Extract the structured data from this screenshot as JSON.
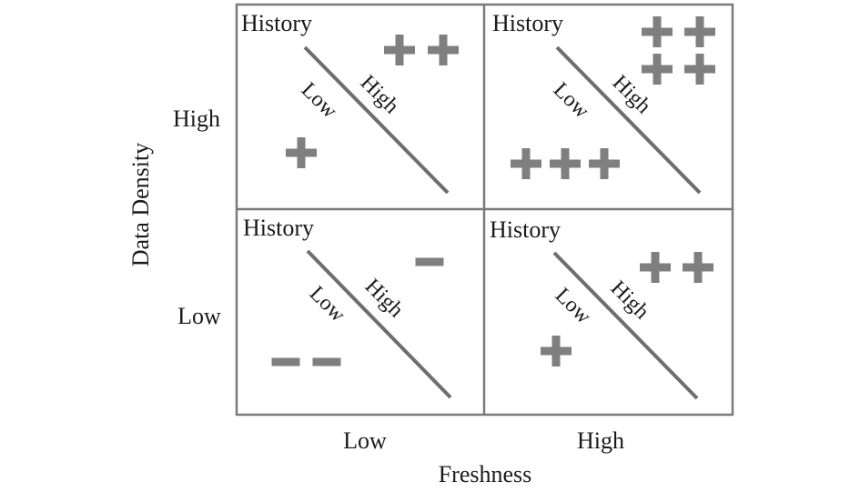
{
  "y_axis": {
    "label": "Data Density",
    "ticks": [
      "High",
      "Low"
    ]
  },
  "x_axis": {
    "label": "Freshness",
    "ticks": [
      "Low",
      "High"
    ]
  },
  "cells": [
    {
      "id": "high-density-low-freshness",
      "title": "History",
      "diag_low": "Low",
      "diag_high": "High",
      "plus_marks": 3,
      "minus_marks": 0
    },
    {
      "id": "high-density-high-freshness",
      "title": "History",
      "diag_low": "Low",
      "diag_high": "High",
      "plus_marks": 7,
      "minus_marks": 0
    },
    {
      "id": "low-density-low-freshness",
      "title": "History",
      "diag_low": "Low",
      "diag_high": "High",
      "plus_marks": 0,
      "minus_marks": 3
    },
    {
      "id": "low-density-high-freshness",
      "title": "History",
      "diag_low": "Low",
      "diag_high": "High",
      "plus_marks": 3,
      "minus_marks": 0
    }
  ],
  "mark_color": "#7f7f7f",
  "line_color": "#6e6e6e"
}
